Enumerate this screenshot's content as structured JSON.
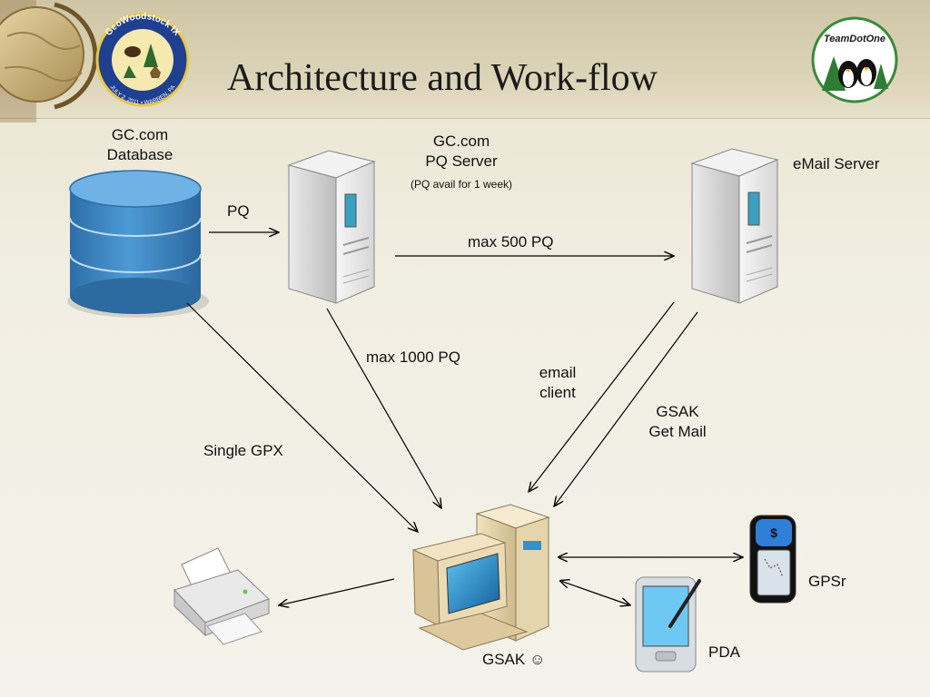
{
  "slide": {
    "title": "Architecture and Work-flow"
  },
  "logos": {
    "left": {
      "top_text": "GeoWoodstock IX",
      "bottom_text": "JULY 2, 2011 • WARREN, PA"
    },
    "right": {
      "text": "TeamDotOne"
    }
  },
  "nodes": {
    "database": {
      "line1": "GC.com",
      "line2": "Database",
      "icon": "database-cylinder-icon"
    },
    "pq_server": {
      "line1": "GC.com",
      "line2": "PQ Server",
      "note": "(PQ avail for 1 week)",
      "icon": "server-tower-icon"
    },
    "email_server": {
      "label": "eMail Server",
      "icon": "server-tower-icon"
    },
    "gsak": {
      "label": "GSAK ☺",
      "icon": "desktop-computer-icon"
    },
    "printer": {
      "icon": "printer-icon"
    },
    "gpsr": {
      "label": "GPSr",
      "icon": "handheld-gps-icon"
    },
    "pda": {
      "label": "PDA",
      "icon": "pda-stylus-icon"
    }
  },
  "edges": {
    "pq": "PQ",
    "max500": "max 500 PQ",
    "max1000": "max 1000 PQ",
    "email_client": {
      "line1": "email",
      "line2": "client"
    },
    "gsak_get_mail": {
      "line1": "GSAK",
      "line2": "Get Mail"
    },
    "single_gpx": "Single GPX"
  },
  "colors": {
    "database_blue": "#3f88c4",
    "server_gray": "#d9d9d9",
    "screen_blue": "#1f7fc4",
    "gps_blue": "#2f7fd8"
  }
}
